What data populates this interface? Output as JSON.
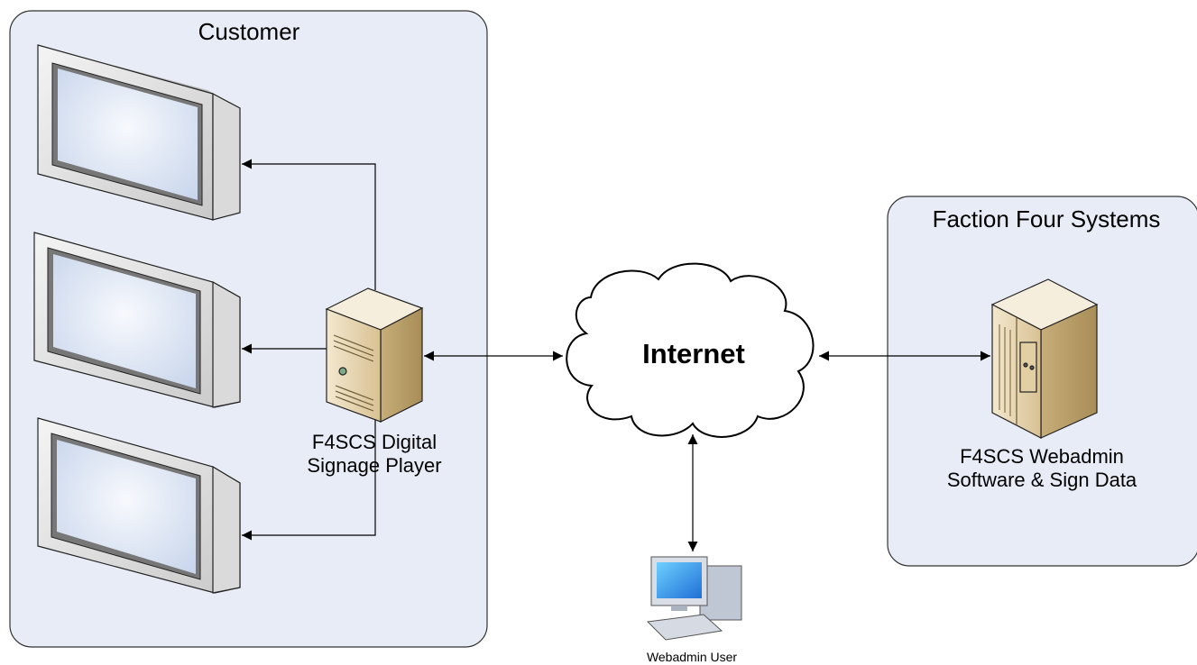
{
  "groups": {
    "customer": {
      "title": "Customer"
    },
    "faction": {
      "title": "Faction Four Systems"
    }
  },
  "nodes": {
    "player": {
      "line1": "F4SCS Digital",
      "line2": "Signage Player",
      "icon": "tower-server-icon"
    },
    "webadmin_server": {
      "line1": "F4SCS Webadmin",
      "line2": "Software & Sign Data",
      "icon": "rack-server-icon"
    },
    "internet": {
      "label": "Internet",
      "icon": "cloud-icon"
    },
    "user": {
      "label": "Webadmin User",
      "icon": "workstation-icon"
    },
    "screens": [
      {
        "icon": "display-screen-icon"
      },
      {
        "icon": "display-screen-icon"
      },
      {
        "icon": "display-screen-icon"
      }
    ]
  },
  "colors": {
    "group_fill": "#e7ecf6",
    "group_stroke": "#333333",
    "connector": "#000000",
    "server_body": "#ead9b4"
  }
}
